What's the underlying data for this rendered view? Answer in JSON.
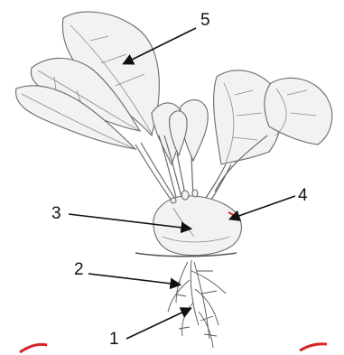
{
  "diagram": {
    "labels": [
      "1",
      "2",
      "3",
      "4",
      "5"
    ],
    "colors": {
      "ink": "#111111",
      "outline": "#6a6a6a",
      "fill": "#f2f2f2",
      "accent": "#d8232a"
    }
  }
}
